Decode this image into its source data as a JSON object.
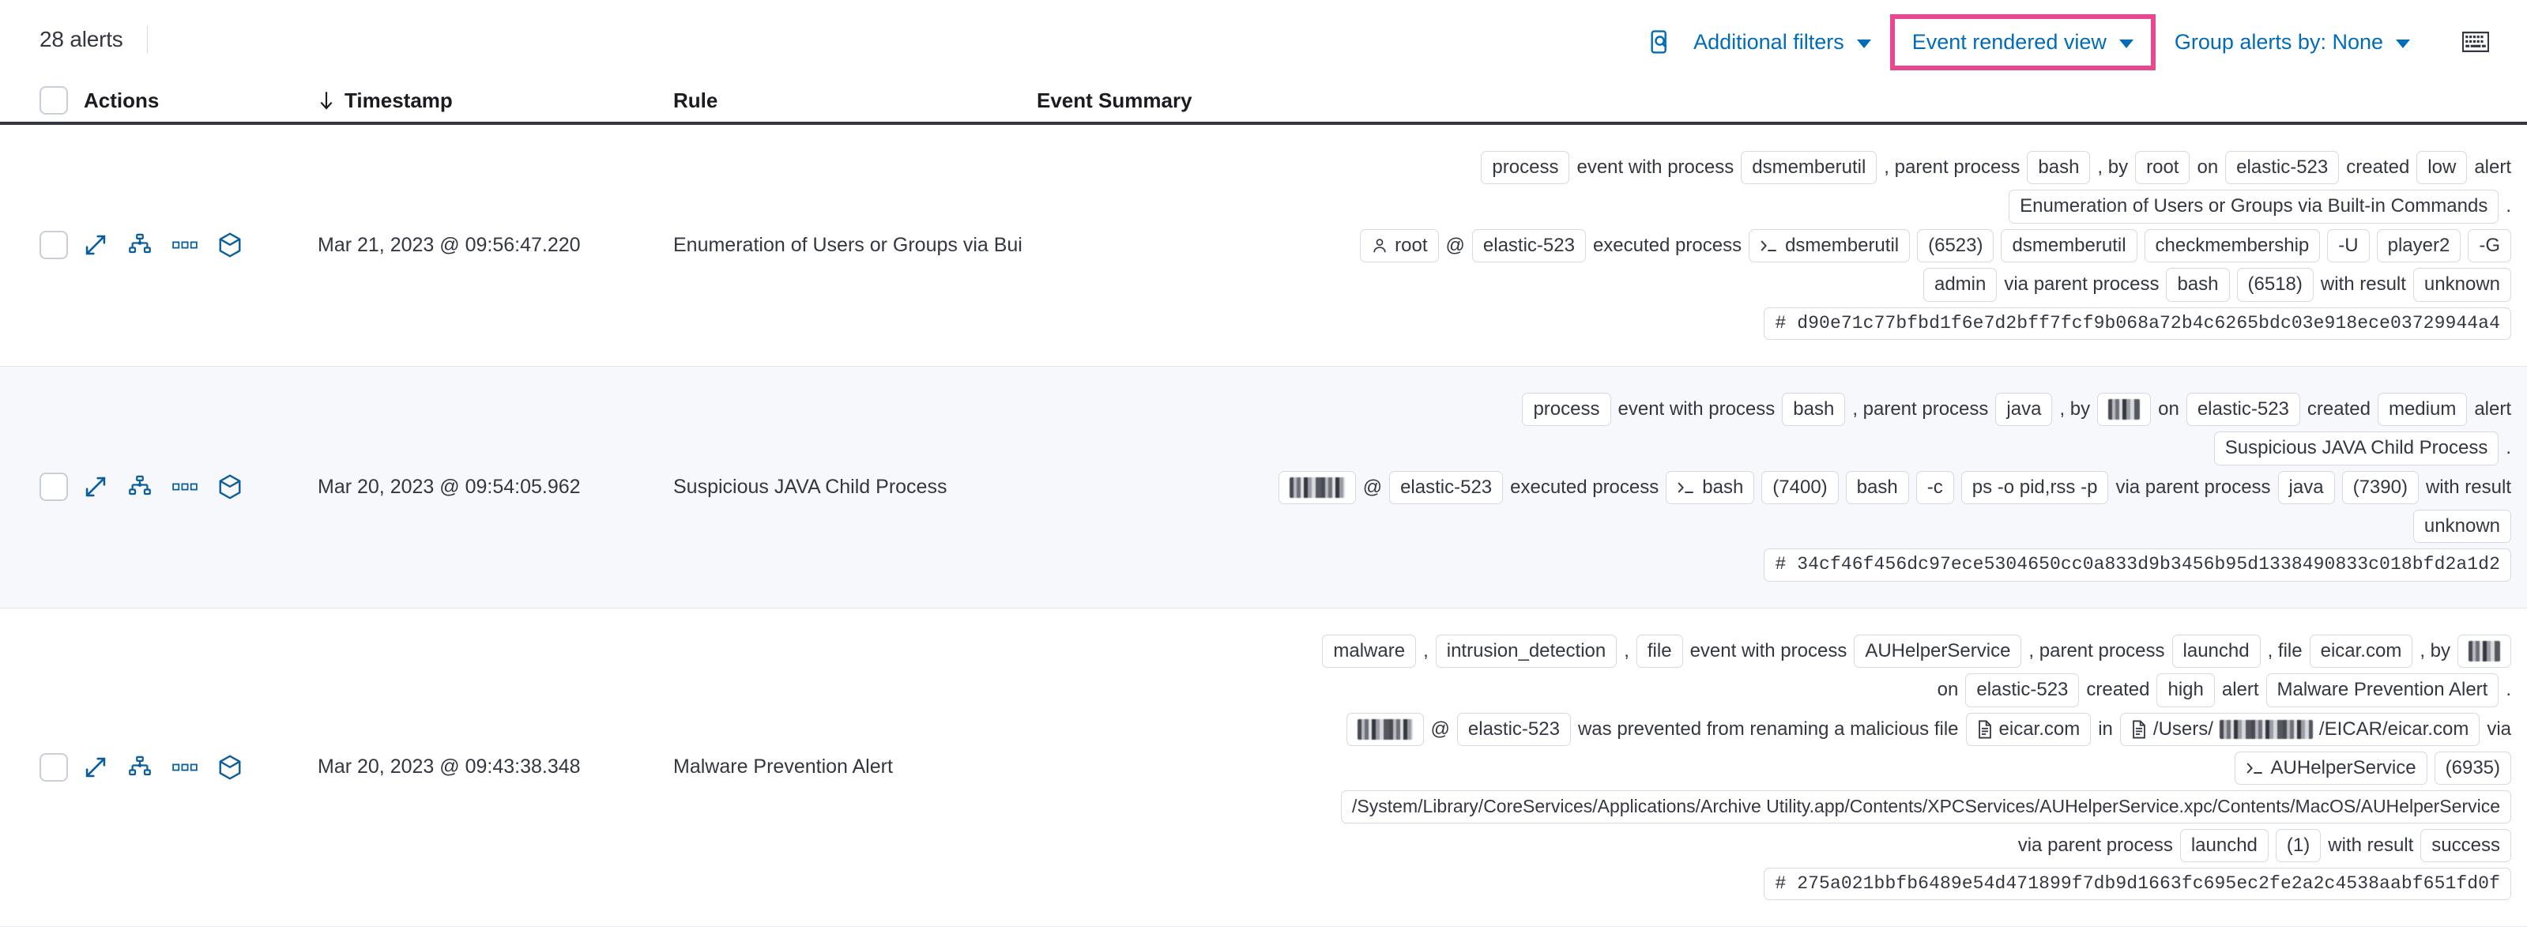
{
  "toolbar": {
    "alert_count": "28 alerts",
    "additional_filters_label": "Additional filters",
    "event_rendered_view_label": "Event rendered view",
    "group_alerts_by_label": "Group alerts by: None",
    "inspect_icon": "inspect-search-icon",
    "keyboard_icon": "keyboard-icon",
    "highlight_color": "#e9488f",
    "link_color": "#006bb8"
  },
  "columns": {
    "actions": "Actions",
    "timestamp": "Timestamp",
    "timestamp_sort_icon": "arrow-down-icon",
    "rule": "Rule",
    "event_summary": "Event Summary"
  },
  "row_actions": [
    {
      "name": "expand-icon",
      "title": "Expand"
    },
    {
      "name": "analyzer-icon",
      "title": "Analyze event"
    },
    {
      "name": "more-actions-icon",
      "title": "More actions"
    },
    {
      "name": "session-view-icon",
      "title": "Session view"
    }
  ],
  "rows": [
    {
      "timestamp": "Mar 21, 2023 @ 09:56:47.220",
      "rule": "Enumeration of Users or Groups via Bui",
      "summary_lines": [
        [
          {
            "t": "chip",
            "v": "process"
          },
          {
            "t": "text",
            "v": "event with process"
          },
          {
            "t": "chip",
            "v": "dsmemberutil"
          },
          {
            "t": "text",
            "v": ", parent process"
          },
          {
            "t": "chip",
            "v": "bash"
          },
          {
            "t": "text",
            "v": ", by"
          },
          {
            "t": "chip",
            "v": "root"
          },
          {
            "t": "text",
            "v": "on"
          },
          {
            "t": "chip",
            "v": "elastic-523"
          },
          {
            "t": "text",
            "v": "created"
          },
          {
            "t": "chip",
            "v": "low"
          },
          {
            "t": "text",
            "v": "alert"
          }
        ],
        [
          {
            "t": "chip",
            "v": "Enumeration of Users or Groups via Built-in Commands"
          },
          {
            "t": "text",
            "v": "."
          }
        ],
        [
          {
            "t": "chip",
            "v": "root",
            "icon": "user-icon"
          },
          {
            "t": "text",
            "v": "@"
          },
          {
            "t": "chip",
            "v": "elastic-523"
          },
          {
            "t": "text",
            "v": "executed process"
          },
          {
            "t": "chip",
            "v": "dsmemberutil",
            "icon": "console-icon"
          },
          {
            "t": "chip",
            "v": "(6523)"
          },
          {
            "t": "chip",
            "v": "dsmemberutil"
          },
          {
            "t": "chip",
            "v": "checkmembership"
          },
          {
            "t": "chip",
            "v": "-U"
          },
          {
            "t": "chip",
            "v": "player2"
          },
          {
            "t": "chip",
            "v": "-G"
          }
        ],
        [
          {
            "t": "chip",
            "v": "admin"
          },
          {
            "t": "text",
            "v": "via parent process"
          },
          {
            "t": "chip",
            "v": "bash"
          },
          {
            "t": "chip",
            "v": "(6518)"
          },
          {
            "t": "text",
            "v": "with result"
          },
          {
            "t": "chip",
            "v": "unknown"
          }
        ],
        [
          {
            "t": "chip",
            "v": "#  d90e71c77bfbd1f6e7d2bff7fcf9b068a72b4c6265bdc03e918ece03729944a4",
            "mono": true
          }
        ]
      ]
    },
    {
      "timestamp": "Mar 20, 2023 @ 09:54:05.962",
      "rule": "Suspicious JAVA Child Process",
      "summary_lines": [
        [
          {
            "t": "chip",
            "v": "process"
          },
          {
            "t": "text",
            "v": "event with process"
          },
          {
            "t": "chip",
            "v": "bash"
          },
          {
            "t": "text",
            "v": ", parent process"
          },
          {
            "t": "chip",
            "v": "java"
          },
          {
            "t": "text",
            "v": ", by"
          },
          {
            "t": "redact",
            "v": ""
          },
          {
            "t": "text",
            "v": "on"
          },
          {
            "t": "chip",
            "v": "elastic-523"
          },
          {
            "t": "text",
            "v": "created"
          },
          {
            "t": "chip",
            "v": "medium"
          },
          {
            "t": "text",
            "v": "alert"
          }
        ],
        [
          {
            "t": "chip",
            "v": "Suspicious JAVA Child Process"
          },
          {
            "t": "text",
            "v": "."
          }
        ],
        [
          {
            "t": "redact-chip",
            "v": ""
          },
          {
            "t": "text",
            "v": "@"
          },
          {
            "t": "chip",
            "v": "elastic-523"
          },
          {
            "t": "text",
            "v": "executed process"
          },
          {
            "t": "chip",
            "v": "bash",
            "icon": "console-icon"
          },
          {
            "t": "chip",
            "v": "(7400)"
          },
          {
            "t": "chip",
            "v": "bash"
          },
          {
            "t": "chip",
            "v": "-c"
          },
          {
            "t": "chip",
            "v": "ps -o pid,rss -p"
          },
          {
            "t": "text",
            "v": "via parent process"
          },
          {
            "t": "chip",
            "v": "java"
          },
          {
            "t": "chip",
            "v": "(7390)"
          },
          {
            "t": "text",
            "v": "with result"
          }
        ],
        [
          {
            "t": "chip",
            "v": "unknown"
          }
        ],
        [
          {
            "t": "chip",
            "v": "#  34cf46f456dc97ece5304650cc0a833d9b3456b95d1338490833c018bfd2a1d2",
            "mono": true
          }
        ]
      ]
    },
    {
      "timestamp": "Mar 20, 2023 @ 09:43:38.348",
      "rule": "Malware Prevention Alert",
      "summary_lines": [
        [
          {
            "t": "chip",
            "v": "malware"
          },
          {
            "t": "text",
            "v": ","
          },
          {
            "t": "chip",
            "v": "intrusion_detection"
          },
          {
            "t": "text",
            "v": ","
          },
          {
            "t": "chip",
            "v": "file"
          },
          {
            "t": "text",
            "v": "event with process"
          },
          {
            "t": "chip",
            "v": "AUHelperService"
          },
          {
            "t": "text",
            "v": ", parent process"
          },
          {
            "t": "chip",
            "v": "launchd"
          },
          {
            "t": "text",
            "v": ", file"
          },
          {
            "t": "chip",
            "v": "eicar.com"
          },
          {
            "t": "text",
            "v": ", by"
          },
          {
            "t": "redact",
            "v": ""
          }
        ],
        [
          {
            "t": "text",
            "v": "on"
          },
          {
            "t": "chip",
            "v": "elastic-523"
          },
          {
            "t": "text",
            "v": "created"
          },
          {
            "t": "chip",
            "v": "high"
          },
          {
            "t": "text",
            "v": "alert"
          },
          {
            "t": "chip",
            "v": "Malware Prevention Alert"
          },
          {
            "t": "text",
            "v": "."
          }
        ],
        [
          {
            "t": "redact-chip",
            "v": ""
          },
          {
            "t": "text",
            "v": "@"
          },
          {
            "t": "chip",
            "v": "elastic-523"
          },
          {
            "t": "text",
            "v": "was prevented from renaming a malicious file"
          },
          {
            "t": "chip",
            "v": "eicar.com",
            "icon": "file-icon"
          },
          {
            "t": "text",
            "v": "in"
          },
          {
            "t": "chip-path-redact",
            "v": "/Users/",
            "suffix": "/EICAR/eicar.com",
            "icon": "file-icon"
          },
          {
            "t": "text",
            "v": "via"
          }
        ],
        [
          {
            "t": "chip",
            "v": "AUHelperService",
            "icon": "console-icon"
          },
          {
            "t": "chip",
            "v": "(6935)"
          }
        ],
        [
          {
            "t": "chip",
            "v": "/System/Library/CoreServices/Applications/Archive Utility.app/Contents/XPCServices/AUHelperService.xpc/Contents/MacOS/AUHelperService",
            "path": true
          }
        ],
        [
          {
            "t": "text",
            "v": "via parent process"
          },
          {
            "t": "chip",
            "v": "launchd"
          },
          {
            "t": "chip",
            "v": "(1)"
          },
          {
            "t": "text",
            "v": "with result"
          },
          {
            "t": "chip",
            "v": "success"
          }
        ],
        [
          {
            "t": "chip",
            "v": "#  275a021bbfb6489e54d471899f7db9d1663fc695ec2fe2a2c4538aabf651fd0f",
            "mono": true
          }
        ]
      ]
    }
  ]
}
